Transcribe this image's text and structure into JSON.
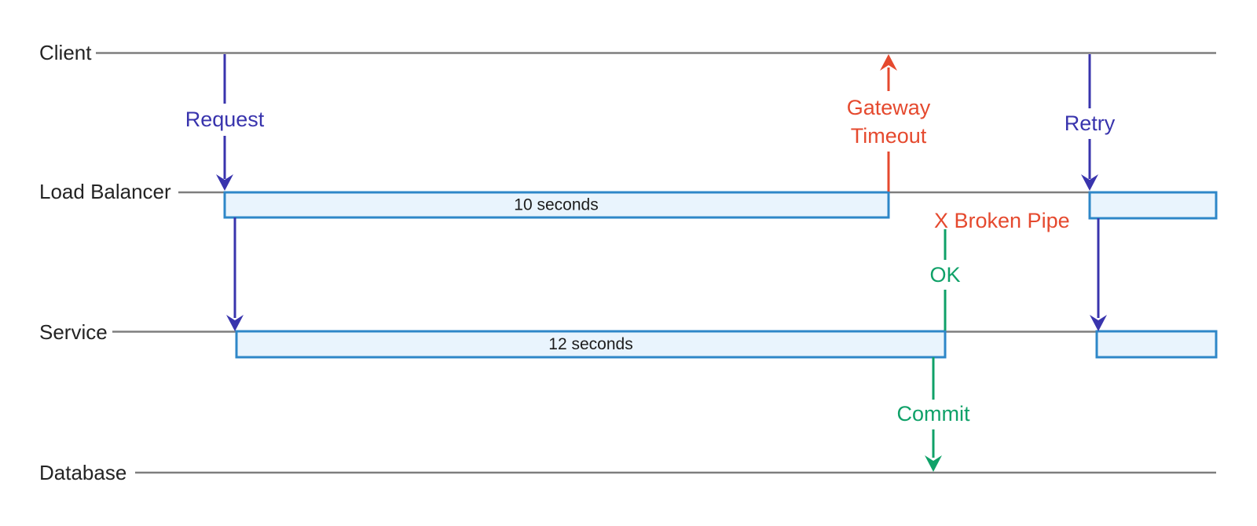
{
  "diagram": {
    "type": "sequence-timeline",
    "actors": [
      {
        "name": "Client"
      },
      {
        "name": "Load Balancer"
      },
      {
        "name": "Service"
      },
      {
        "name": "Database"
      }
    ],
    "activations": [
      {
        "actor": "Load Balancer",
        "label": "10 seconds"
      },
      {
        "actor": "Service",
        "label": "12 seconds"
      },
      {
        "actor": "Load Balancer",
        "label": ""
      },
      {
        "actor": "Service",
        "label": ""
      }
    ],
    "messages": {
      "request": {
        "label": "Request",
        "from": "Client",
        "to": "Load Balancer",
        "color": "#3934ad"
      },
      "gateway_timeout": {
        "label_lines": [
          "Gateway",
          "Timeout"
        ],
        "from": "Load Balancer",
        "to": "Client",
        "color": "#e5492e"
      },
      "broken_pipe": {
        "label": "X Broken Pipe",
        "color": "#e5492e"
      },
      "ok": {
        "label": "OK",
        "from": "Service",
        "to": "Load Balancer",
        "color": "#0fa168"
      },
      "commit": {
        "label": "Commit",
        "from": "Service",
        "to": "Database",
        "color": "#0fa168"
      },
      "retry": {
        "label": "Retry",
        "from": "Client",
        "to": "Load Balancer",
        "color": "#3934ad"
      }
    },
    "colors": {
      "background": "#ffffff",
      "lifeline": "#7e7e7e",
      "activation_fill": "#e9f4fd",
      "activation_border": "#2e87c8",
      "blue_message": "#3934ad",
      "red_message": "#e5492e",
      "green_message": "#0fa168",
      "label_text": "#242424"
    }
  }
}
